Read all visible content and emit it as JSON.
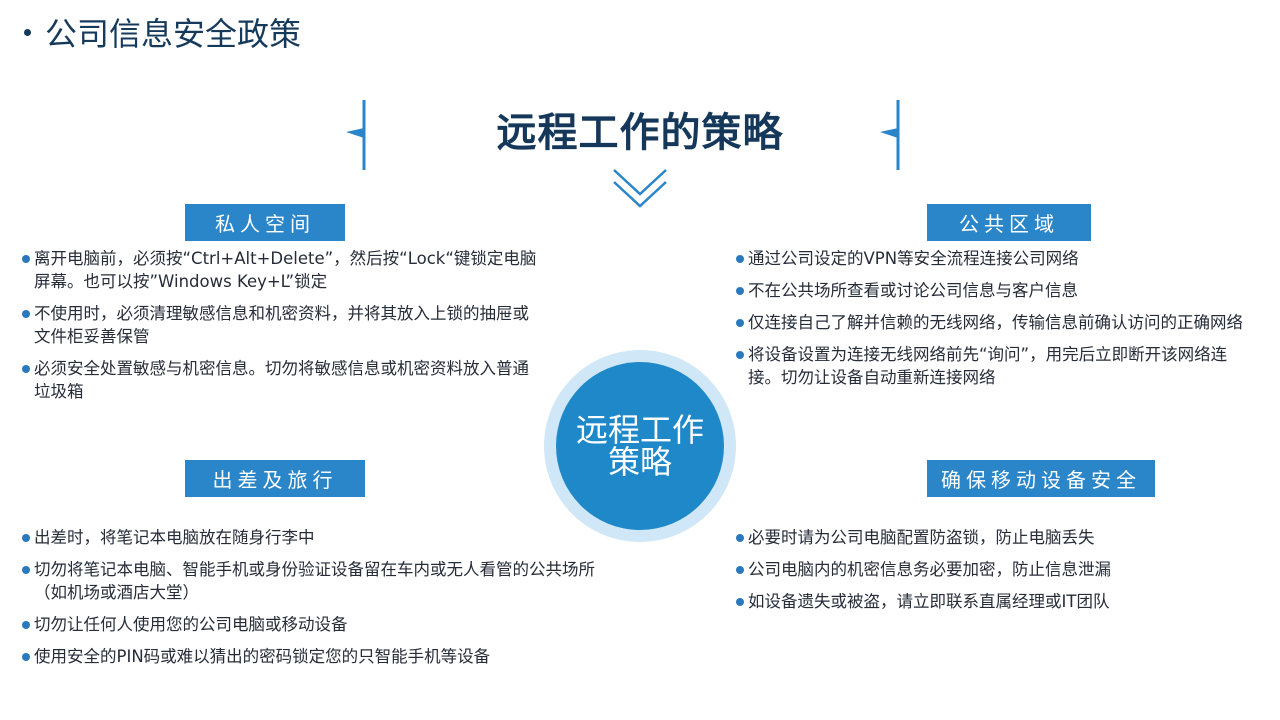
{
  "page": {
    "heading": "公司信息安全政策",
    "main_title": "远程工作的策略",
    "center_label": "远程工作策略"
  },
  "colors": {
    "accent": "#2a86c8",
    "heading": "#163a5c",
    "circle_inner": "#1f88c9",
    "circle_ring": "#cfe7f7"
  },
  "sections": {
    "private": {
      "label": "私人空间",
      "items": [
        "离开电脑前，必须按“Ctrl+Alt+Delete”，然后按“Lock“键锁定电脑屏幕。也可以按”Windows Key+L”锁定",
        "不使用时，必须清理敏感信息和机密资料，并将其放入上锁的抽屉或文件柜妥善保管",
        "必须安全处置敏感与机密信息。切勿将敏感信息或机密资料放入普通垃圾箱"
      ]
    },
    "public": {
      "label": "公共区域",
      "items": [
        "通过公司设定的VPN等安全流程连接公司网络",
        "不在公共场所查看或讨论公司信息与客户信息",
        "仅连接自己了解并信赖的无线网络，传输信息前确认访问的正确网络",
        "将设备设置为连接无线网络前先“询问”，用完后立即断开该网络连接。切勿让设备自动重新连接网络"
      ]
    },
    "travel": {
      "label": "出差及旅行",
      "items": [
        "出差时，将笔记本电脑放在随身行李中",
        "切勿将笔记本电脑、智能手机或身份验证设备留在车内或无人看管的公共场所（如机场或酒店大堂）",
        "切勿让任何人使用您的公司电脑或移动设备",
        "使用安全的PIN码或难以猜出的密码锁定您的只智能手机等设备"
      ]
    },
    "mobile": {
      "label": "确保移动设备安全",
      "items": [
        "必要时请为公司电脑配置防盗锁，防止电脑丢失",
        "公司电脑内的机密信息务必要加密，防止信息泄漏",
        "如设备遗失或被盗，请立即联系直属经理或IT团队"
      ]
    }
  }
}
